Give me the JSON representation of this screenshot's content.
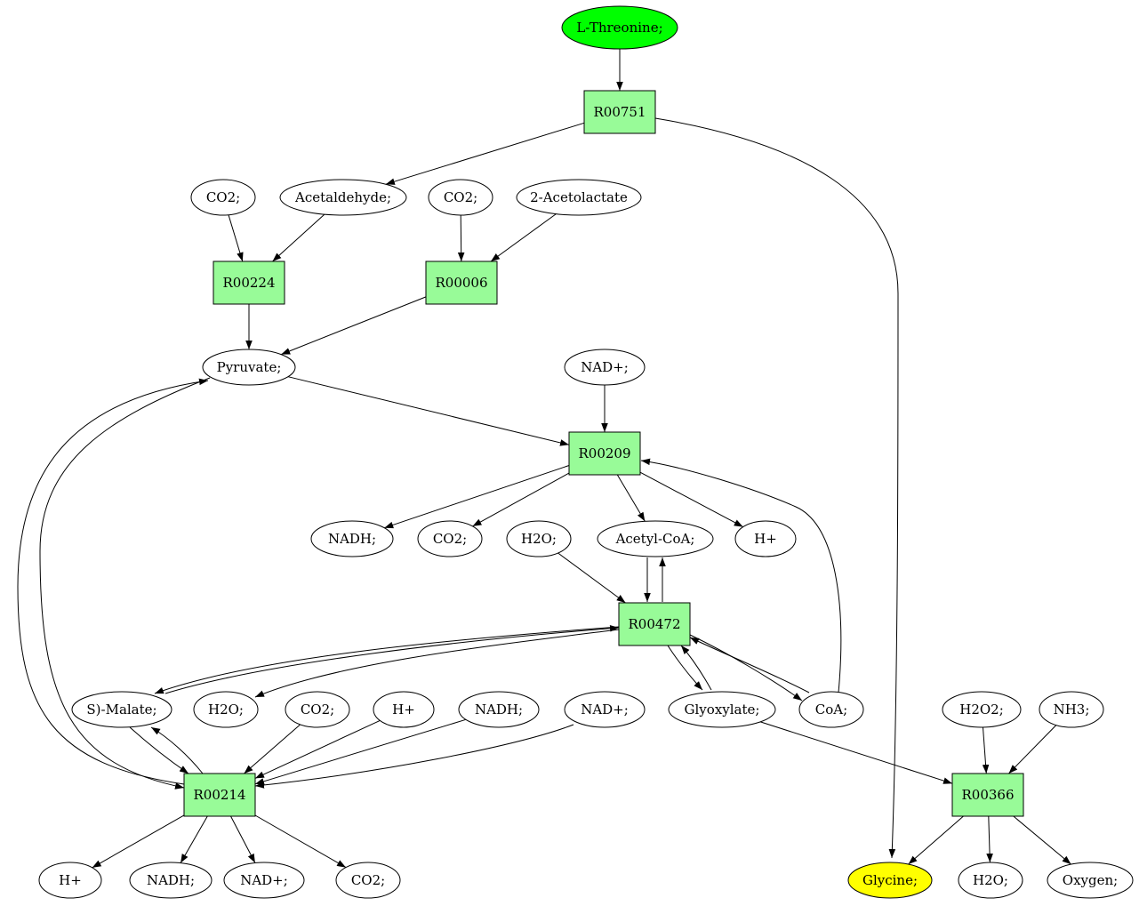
{
  "colors": {
    "reaction": "#98fb98",
    "start": "#00ff00",
    "end": "#ffff00",
    "compound": "#ffffff"
  },
  "nodes": [
    {
      "id": "lthr",
      "label": "L-Threonine;",
      "shape": "ellipse",
      "role": "start"
    },
    {
      "id": "r751",
      "label": "R00751",
      "shape": "box",
      "role": "reaction"
    },
    {
      "id": "co2a",
      "label": "CO2;",
      "shape": "ellipse",
      "role": "compound"
    },
    {
      "id": "acald",
      "label": "Acetaldehyde;",
      "shape": "ellipse",
      "role": "compound"
    },
    {
      "id": "co2b",
      "label": "CO2;",
      "shape": "ellipse",
      "role": "compound"
    },
    {
      "id": "acetol",
      "label": "2-Acetolactate",
      "shape": "ellipse",
      "role": "compound"
    },
    {
      "id": "r224",
      "label": "R00224",
      "shape": "box",
      "role": "reaction"
    },
    {
      "id": "r006",
      "label": "R00006",
      "shape": "box",
      "role": "reaction"
    },
    {
      "id": "pyr",
      "label": "Pyruvate;",
      "shape": "ellipse",
      "role": "compound"
    },
    {
      "id": "nad1",
      "label": "NAD+;",
      "shape": "ellipse",
      "role": "compound"
    },
    {
      "id": "r209",
      "label": "R00209",
      "shape": "box",
      "role": "reaction"
    },
    {
      "id": "nadh1",
      "label": "NADH;",
      "shape": "ellipse",
      "role": "compound"
    },
    {
      "id": "co2c",
      "label": "CO2;",
      "shape": "ellipse",
      "role": "compound"
    },
    {
      "id": "h2oa",
      "label": "H2O;",
      "shape": "ellipse",
      "role": "compound"
    },
    {
      "id": "accoa",
      "label": "Acetyl-CoA;",
      "shape": "ellipse",
      "role": "compound"
    },
    {
      "id": "h1",
      "label": "H+",
      "shape": "ellipse",
      "role": "compound"
    },
    {
      "id": "r472",
      "label": "R00472",
      "shape": "box",
      "role": "reaction"
    },
    {
      "id": "malate",
      "label": "S)-Malate;",
      "shape": "ellipse",
      "role": "compound"
    },
    {
      "id": "h2ob",
      "label": "H2O;",
      "shape": "ellipse",
      "role": "compound"
    },
    {
      "id": "co2d",
      "label": "CO2;",
      "shape": "ellipse",
      "role": "compound"
    },
    {
      "id": "h2",
      "label": "H+",
      "shape": "ellipse",
      "role": "compound"
    },
    {
      "id": "nadh2",
      "label": "NADH;",
      "shape": "ellipse",
      "role": "compound"
    },
    {
      "id": "nad2",
      "label": "NAD+;",
      "shape": "ellipse",
      "role": "compound"
    },
    {
      "id": "glyox",
      "label": "Glyoxylate;",
      "shape": "ellipse",
      "role": "compound"
    },
    {
      "id": "coa",
      "label": "CoA;",
      "shape": "ellipse",
      "role": "compound"
    },
    {
      "id": "h2o2",
      "label": "H2O2;",
      "shape": "ellipse",
      "role": "compound"
    },
    {
      "id": "nh3",
      "label": "NH3;",
      "shape": "ellipse",
      "role": "compound"
    },
    {
      "id": "r214",
      "label": "R00214",
      "shape": "box",
      "role": "reaction"
    },
    {
      "id": "r366",
      "label": "R00366",
      "shape": "box",
      "role": "reaction"
    },
    {
      "id": "h3",
      "label": "H+",
      "shape": "ellipse",
      "role": "compound"
    },
    {
      "id": "nadh3",
      "label": "NADH;",
      "shape": "ellipse",
      "role": "compound"
    },
    {
      "id": "nad3",
      "label": "NAD+;",
      "shape": "ellipse",
      "role": "compound"
    },
    {
      "id": "co2e",
      "label": "CO2;",
      "shape": "ellipse",
      "role": "compound"
    },
    {
      "id": "gly",
      "label": "Glycine;",
      "shape": "ellipse",
      "role": "end"
    },
    {
      "id": "h2oc",
      "label": "H2O;",
      "shape": "ellipse",
      "role": "compound"
    },
    {
      "id": "oxy",
      "label": "Oxygen;",
      "shape": "ellipse",
      "role": "compound"
    }
  ],
  "edges": [
    {
      "from": "lthr",
      "to": "r751"
    },
    {
      "from": "r751",
      "to": "acald"
    },
    {
      "from": "r751",
      "to": "gly"
    },
    {
      "from": "co2a",
      "to": "r224"
    },
    {
      "from": "acald",
      "to": "r224"
    },
    {
      "from": "co2b",
      "to": "r006"
    },
    {
      "from": "acetol",
      "to": "r006"
    },
    {
      "from": "r224",
      "to": "pyr"
    },
    {
      "from": "r006",
      "to": "pyr"
    },
    {
      "from": "pyr",
      "to": "r209"
    },
    {
      "from": "nad1",
      "to": "r209"
    },
    {
      "from": "r209",
      "to": "nadh1"
    },
    {
      "from": "r209",
      "to": "co2c"
    },
    {
      "from": "r209",
      "to": "accoa"
    },
    {
      "from": "r209",
      "to": "h1"
    },
    {
      "from": "coa",
      "to": "r209"
    },
    {
      "from": "h2oa",
      "to": "r472"
    },
    {
      "from": "accoa",
      "to": "r472"
    },
    {
      "from": "r472",
      "to": "accoa"
    },
    {
      "from": "r472",
      "to": "malate"
    },
    {
      "from": "malate",
      "to": "r472"
    },
    {
      "from": "r472",
      "to": "h2ob"
    },
    {
      "from": "r472",
      "to": "glyox"
    },
    {
      "from": "glyox",
      "to": "r472"
    },
    {
      "from": "r472",
      "to": "coa"
    },
    {
      "from": "coa",
      "to": "r472"
    },
    {
      "from": "malate",
      "to": "r214"
    },
    {
      "from": "r214",
      "to": "malate"
    },
    {
      "from": "co2d",
      "to": "r214"
    },
    {
      "from": "h2",
      "to": "r214"
    },
    {
      "from": "nadh2",
      "to": "r214"
    },
    {
      "from": "nad2",
      "to": "r214"
    },
    {
      "from": "pyr",
      "to": "r214"
    },
    {
      "from": "r214",
      "to": "pyr"
    },
    {
      "from": "r214",
      "to": "h3"
    },
    {
      "from": "r214",
      "to": "nadh3"
    },
    {
      "from": "r214",
      "to": "nad3"
    },
    {
      "from": "r214",
      "to": "co2e"
    },
    {
      "from": "glyox",
      "to": "r366"
    },
    {
      "from": "h2o2",
      "to": "r366"
    },
    {
      "from": "nh3",
      "to": "r366"
    },
    {
      "from": "r366",
      "to": "gly"
    },
    {
      "from": "r366",
      "to": "h2oc"
    },
    {
      "from": "r366",
      "to": "oxy"
    }
  ]
}
